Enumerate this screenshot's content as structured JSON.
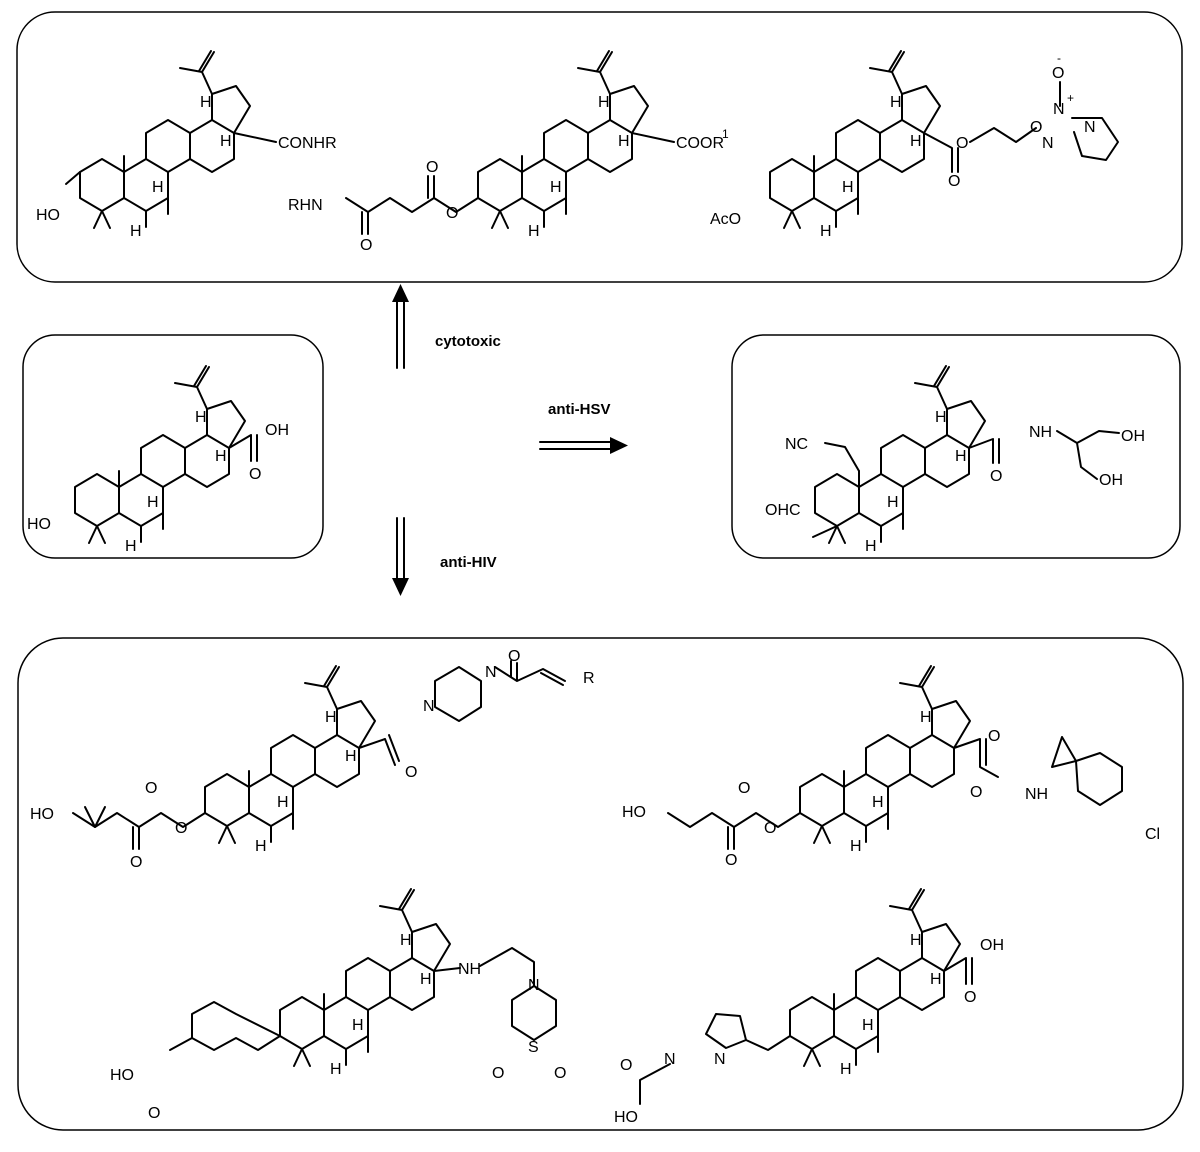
{
  "arrows": {
    "up": "cytotoxic",
    "right": "anti-HSV",
    "down": "anti-HIV"
  },
  "molecules": {
    "top1": {
      "labels": [
        "H",
        "H",
        "H",
        "H",
        "CONHR",
        "HO"
      ]
    },
    "top2": {
      "labels": [
        "H",
        "H",
        "H",
        "H",
        "COOR",
        "1",
        "RHN",
        "O",
        "O",
        "O"
      ]
    },
    "top3": {
      "labels": [
        "H",
        "H",
        "H",
        "H",
        "O",
        "O",
        "O",
        "N",
        "N",
        "N",
        "O",
        "-",
        "+",
        "AcO"
      ]
    },
    "center": {
      "labels": [
        "H",
        "H",
        "H",
        "H",
        "OH",
        "O",
        "HO"
      ]
    },
    "hsv": {
      "labels": [
        "H",
        "H",
        "H",
        "H",
        "NH",
        "OH",
        "OH",
        "O",
        "NC",
        "OHC"
      ]
    },
    "hiv1": {
      "labels": [
        "H",
        "H",
        "H",
        "H",
        "O",
        "N",
        "N",
        "O",
        "R",
        "HO",
        "O",
        "O",
        "O"
      ]
    },
    "hiv2": {
      "labels": [
        "H",
        "H",
        "H",
        "O",
        "O",
        "NH",
        "Cl",
        "HO",
        "O",
        "O",
        "O"
      ]
    },
    "hiv3": {
      "labels": [
        "H",
        "H",
        "H",
        "H",
        "NH",
        "N",
        "S",
        "O",
        "O",
        "HO",
        "O"
      ]
    },
    "hiv4": {
      "labels": [
        "H",
        "H",
        "H",
        "H",
        "OH",
        "O",
        "N",
        "N",
        "HO",
        "O"
      ]
    }
  }
}
